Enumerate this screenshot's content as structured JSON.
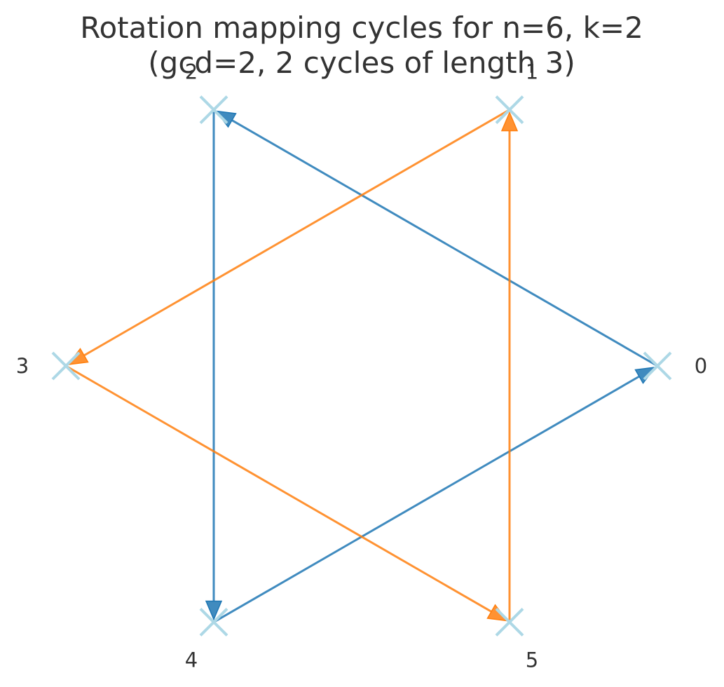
{
  "title": {
    "line1": "Rotation mapping cycles for n=6, k=2",
    "line2": "(gcd=2, 2 cycles of length 3)"
  },
  "colors": {
    "node_marker": "#add8e6",
    "cycle_a": "#1f77b4",
    "cycle_b": "#ff7f0e",
    "text": "#333333"
  },
  "nodes": [
    {
      "id": 0,
      "label": "0"
    },
    {
      "id": 1,
      "label": "1"
    },
    {
      "id": 2,
      "label": "2"
    },
    {
      "id": 3,
      "label": "3"
    },
    {
      "id": 4,
      "label": "4"
    },
    {
      "id": 5,
      "label": "5"
    }
  ],
  "edges": [
    {
      "from": 0,
      "to": 2,
      "cycle": "cycle_a"
    },
    {
      "from": 2,
      "to": 4,
      "cycle": "cycle_a"
    },
    {
      "from": 4,
      "to": 0,
      "cycle": "cycle_a"
    },
    {
      "from": 1,
      "to": 3,
      "cycle": "cycle_b"
    },
    {
      "from": 3,
      "to": 5,
      "cycle": "cycle_b"
    },
    {
      "from": 5,
      "to": 1,
      "cycle": "cycle_b"
    }
  ]
}
